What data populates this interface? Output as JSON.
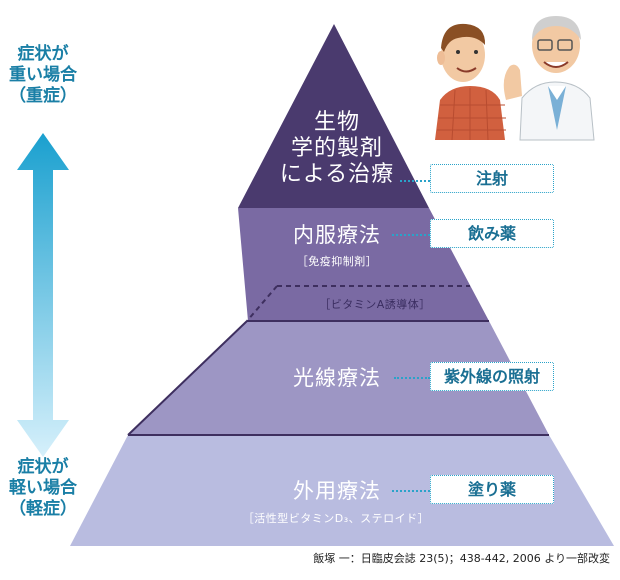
{
  "side_labels": {
    "top": [
      "症状が",
      "重い場合",
      "（重症）"
    ],
    "bottom": [
      "症状が",
      "軽い場合",
      "（軽症）"
    ]
  },
  "tiers": {
    "biologic": [
      "生物",
      "学的製剤",
      "による治療"
    ],
    "oral": "内服療法",
    "oral_note": "［免疫抑制剤］",
    "vitamin_a_note": "［ビタミンA誘導体］",
    "phototherapy": "光線療法",
    "topical": "外用療法",
    "topical_note": "［活性型ビタミンD₃、ステロイド］"
  },
  "treatments": {
    "injection": "注射",
    "oral_medicine": "飲み薬",
    "uv_light": "紫外線の照射",
    "ointment": "塗り薬"
  },
  "citation": "飯塚 一：日臨皮会誌 23(5)；438-442, 2006 より一部改変",
  "colors": {
    "tier_biologic": "#4b3a6e",
    "tier_oral": "#7a6aa3",
    "tier_photo": "#9c94c3",
    "tier_topical": "#b9bce0",
    "accent_cyan": "#2aa3c9"
  }
}
